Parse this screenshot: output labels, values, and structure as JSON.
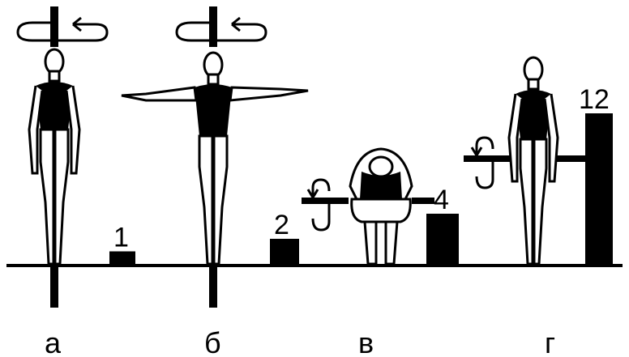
{
  "figure": {
    "colors": {
      "ink": "#000000",
      "paper": "#ffffff"
    },
    "cases": [
      {
        "letter": "а",
        "pose": "standing-arms-down",
        "axis": "vertical",
        "rotation_icon": "rotation-arrow-horizontal-left"
      },
      {
        "letter": "б",
        "pose": "standing-arms-outstretched",
        "axis": "vertical",
        "rotation_icon": "rotation-arrow-horizontal-left"
      },
      {
        "letter": "в",
        "pose": "crouching-tucked",
        "axis": "horizontal",
        "rotation_icon": "rotation-arrow-vertical-down"
      },
      {
        "letter": "г",
        "pose": "standing-arms-down",
        "axis": "horizontal",
        "rotation_icon": "rotation-arrow-vertical-down"
      }
    ],
    "bars": [
      {
        "label": "1",
        "value": 1
      },
      {
        "label": "2",
        "value": 2
      },
      {
        "label": "4",
        "value": 4
      },
      {
        "label": "12",
        "value": 12
      }
    ]
  }
}
